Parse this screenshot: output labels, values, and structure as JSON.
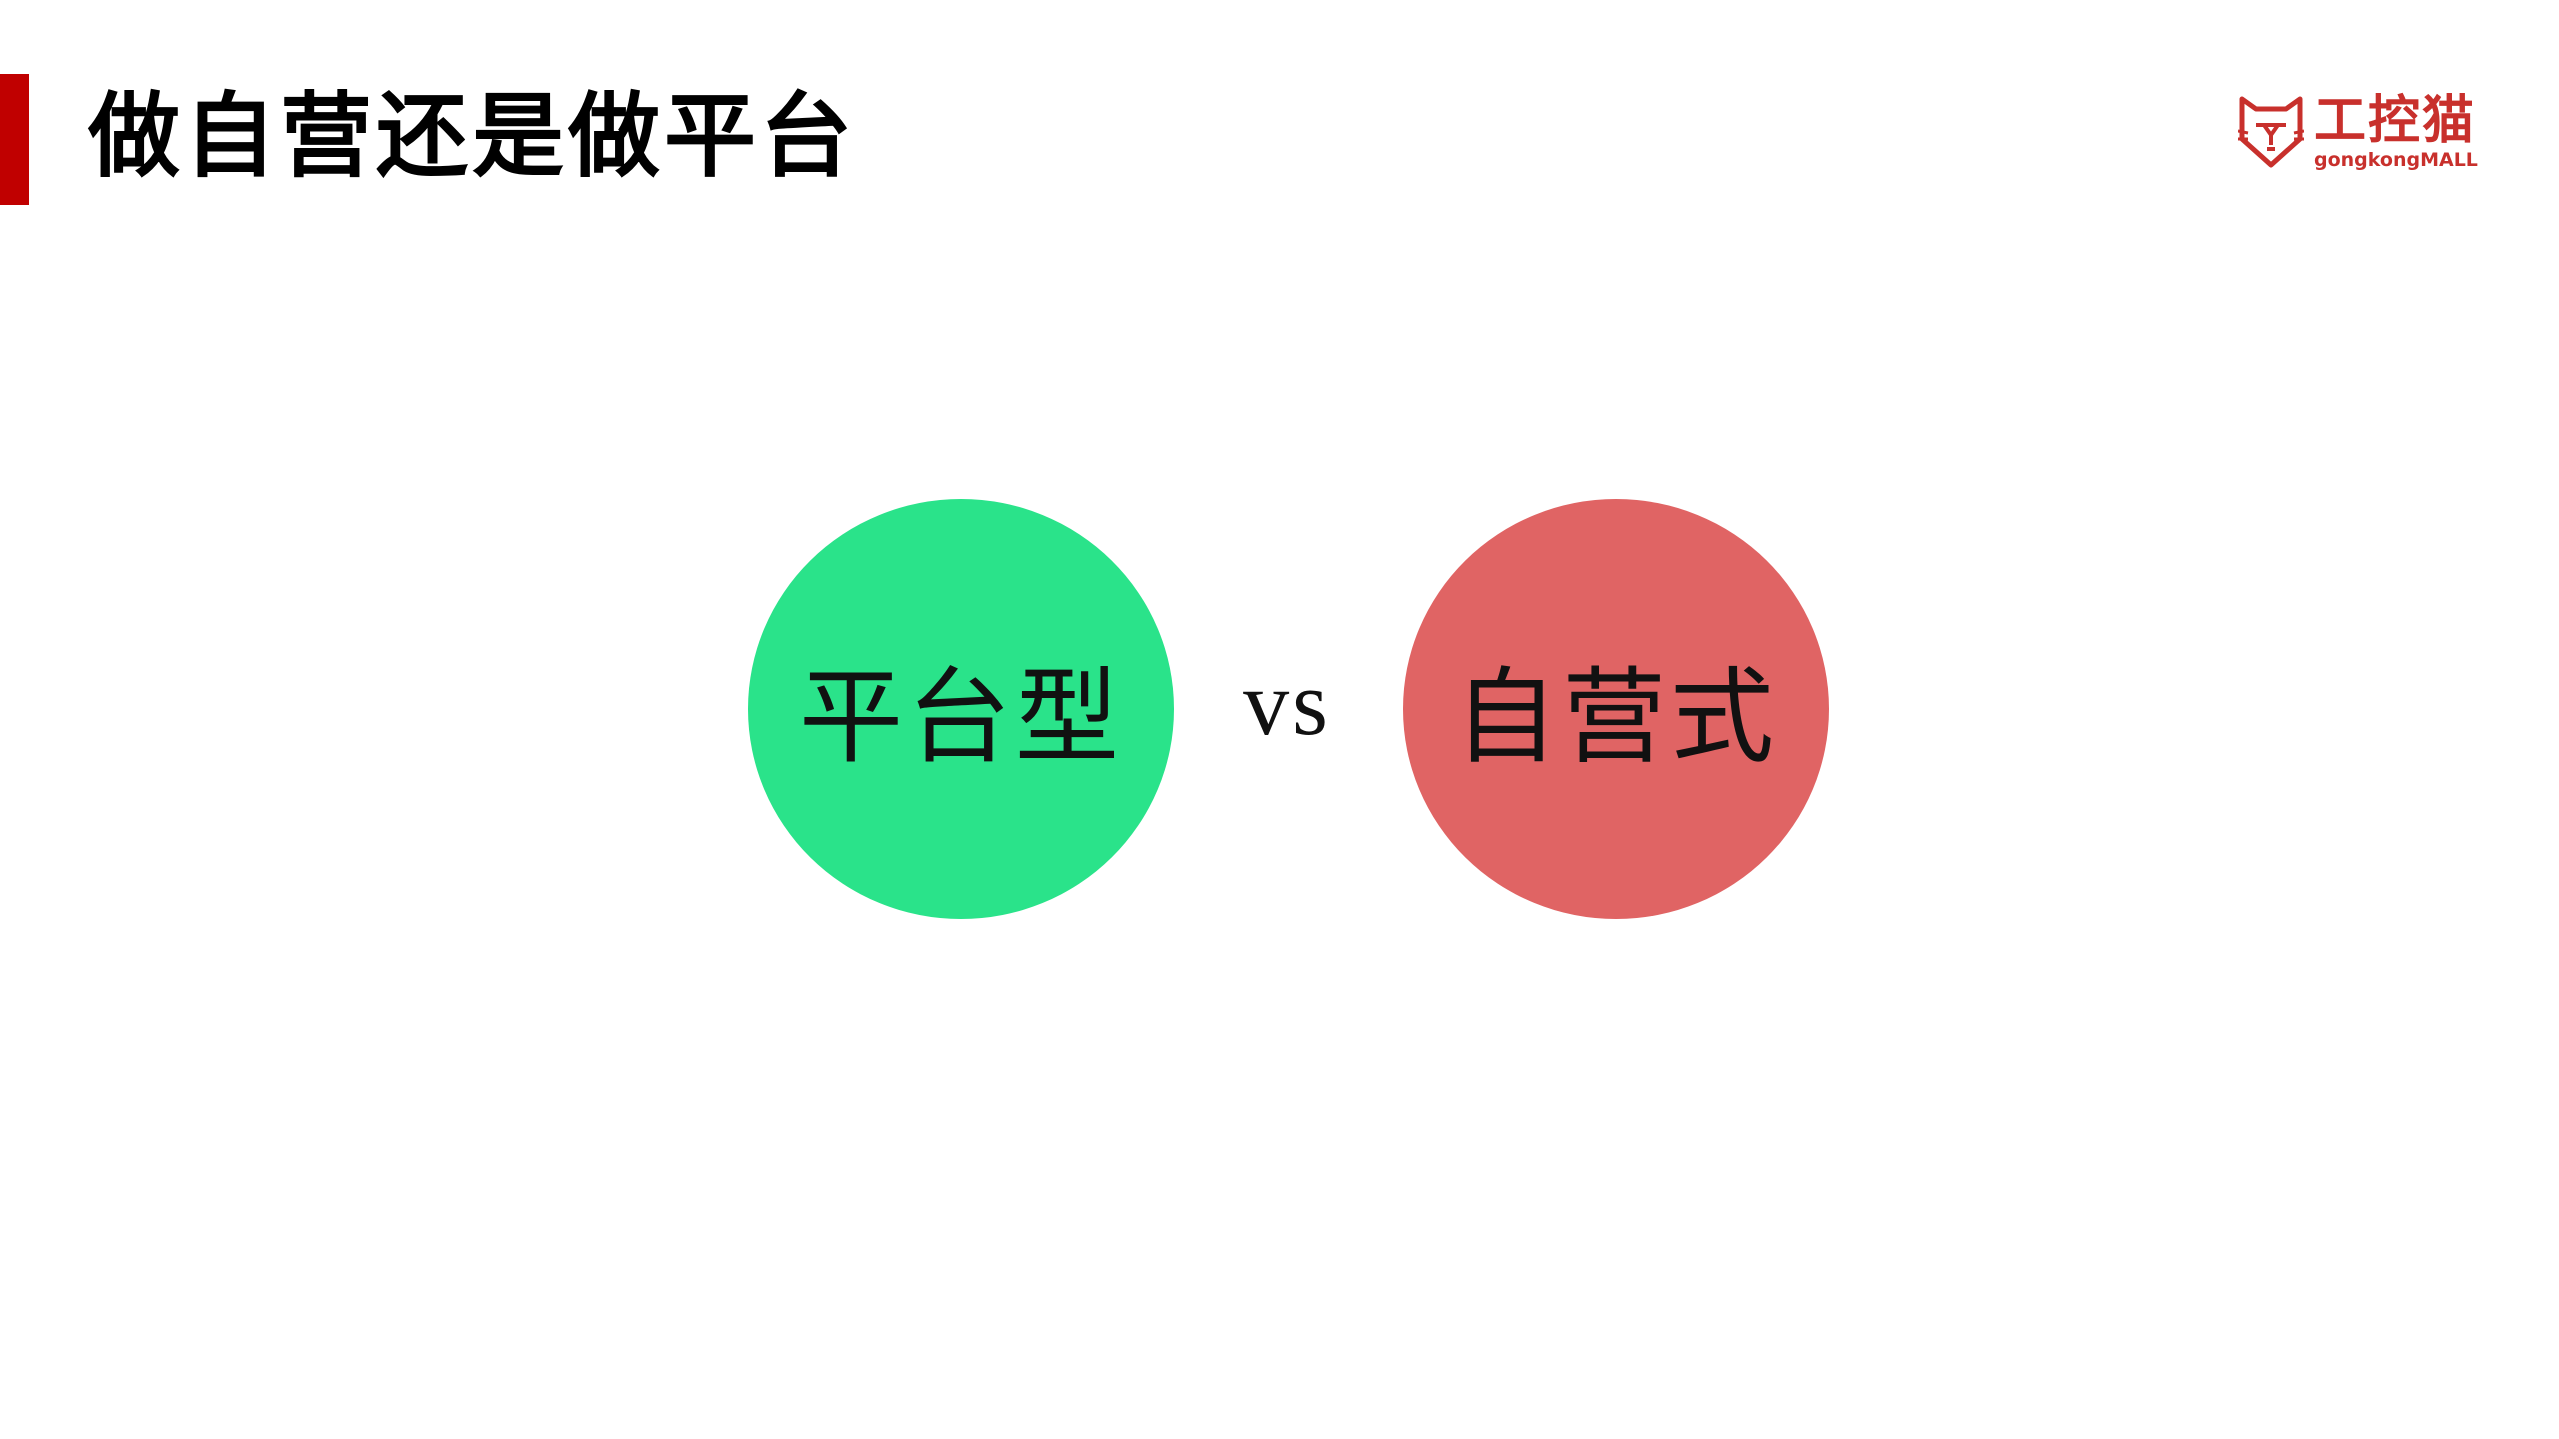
{
  "slide": {
    "title": "做自营还是做平台",
    "accent_color": "#c00000"
  },
  "logo": {
    "icon": "cat-shield-icon",
    "name_cn": "工控猫",
    "name_en": "gongkongMALL",
    "color": "#c8302c"
  },
  "comparison": {
    "left": {
      "label": "平台型",
      "color": "#2ae38a"
    },
    "separator": "vs",
    "right": {
      "label": "自营式",
      "color": "#e06464"
    }
  }
}
